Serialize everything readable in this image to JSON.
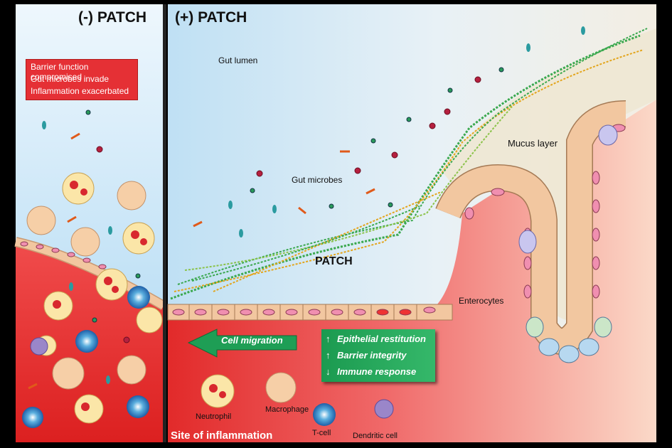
{
  "headers": {
    "minus_patch": "(-) PATCH",
    "plus_patch": "(+) PATCH"
  },
  "warning_box": {
    "lines": [
      "Barrier function compromised",
      "Gut microbes invade",
      "Inflammation exacerbated"
    ],
    "color": "#e53035"
  },
  "labels": {
    "gut_lumen": "Gut lumen",
    "gut_microbes": "Gut microbes",
    "mucus_layer": "Mucus layer",
    "patch": "PATCH",
    "enterocytes": "Enterocytes",
    "site_of_inflammation": "Site of inflammation"
  },
  "migration_arrow": {
    "label": "Cell migration",
    "color": "#1e9e55"
  },
  "effects": [
    {
      "arrow": "↑",
      "label": "Epithelial restitution"
    },
    {
      "arrow": "↑",
      "label": "Barrier integrity"
    },
    {
      "arrow": "↓",
      "label": "Immune response"
    }
  ],
  "cell_labels": {
    "neutrophil": "Neutrophil",
    "macrophage": "Macrophage",
    "t_cell": "T-cell",
    "dendritic_cell": "Dendritic cell"
  },
  "colors": {
    "lumen_blue": "#bfe3f7",
    "inflammation_red": "#e32b2b",
    "mucus_beige": "#eee7d3",
    "enterocyte": "#f2c7a0",
    "nucleus": "#f08fb0"
  }
}
